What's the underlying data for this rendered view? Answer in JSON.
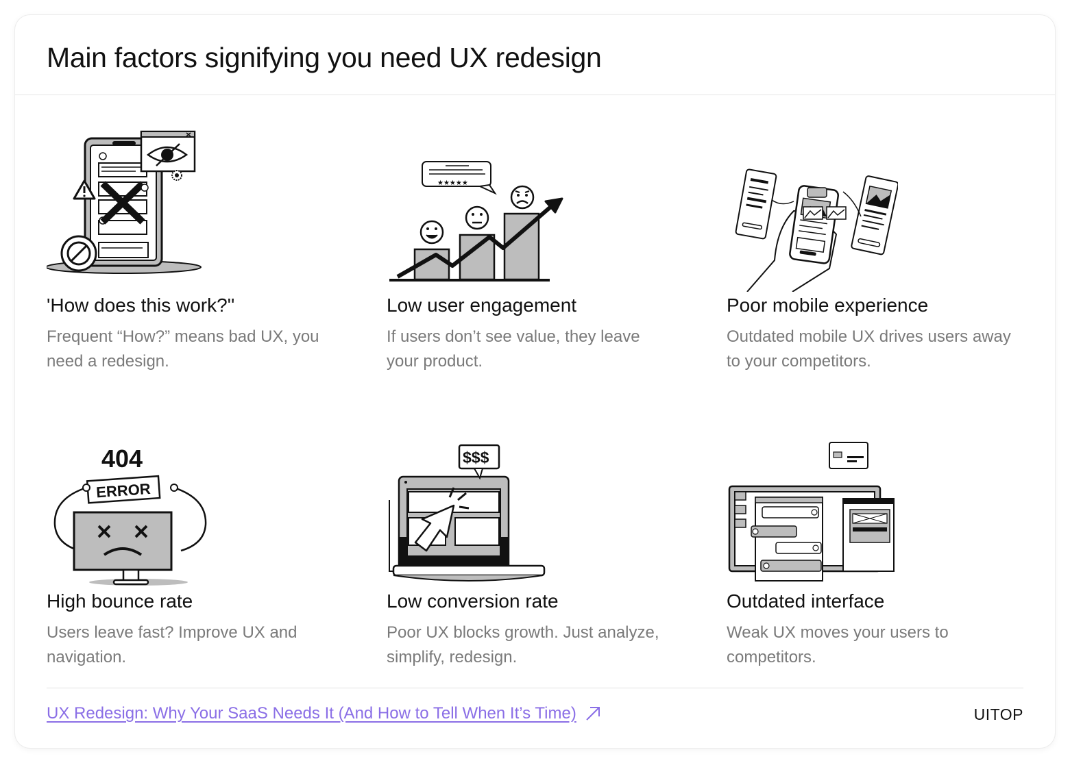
{
  "header": {
    "title": "Main factors signifying you need UX redesign"
  },
  "items": [
    {
      "title": "'How does this work?''",
      "desc": "Frequent “How?” means bad UX, you need a redesign."
    },
    {
      "title": "Low user engagement",
      "desc": "If users don’t see value, they leave your product."
    },
    {
      "title": "Poor mobile experience",
      "desc": "Outdated mobile UX drives users away to your competitors."
    },
    {
      "title": "High bounce rate",
      "desc": "Users leave fast? Improve UX and navigation."
    },
    {
      "title": "Low conversion rate",
      "desc": "Poor UX blocks growth. Just analyze, simplify, redesign."
    },
    {
      "title": "Outdated interface",
      "desc": "Weak UX moves your users to competitors."
    }
  ],
  "illustration_text": {
    "error_code": "404",
    "error_word": "ERROR",
    "money": "$$$",
    "stars": "★★★★★"
  },
  "footer": {
    "link_text": "UX Redesign: Why Your SaaS Needs It (And How to Tell When It’s Time)",
    "brand": "UITOP"
  },
  "colors": {
    "link": "#8a6ee6",
    "muted_text": "#7a7a7a",
    "gray_fill": "#bdbdbd",
    "border": "#e6e6e6"
  },
  "icons": [
    "warning-icon",
    "no-entry-icon",
    "eye-slash-icon",
    "cross-icon",
    "arrow-up-right-icon",
    "smiley-icon",
    "neutral-face-icon",
    "frown-face-icon",
    "cursor-icon"
  ]
}
